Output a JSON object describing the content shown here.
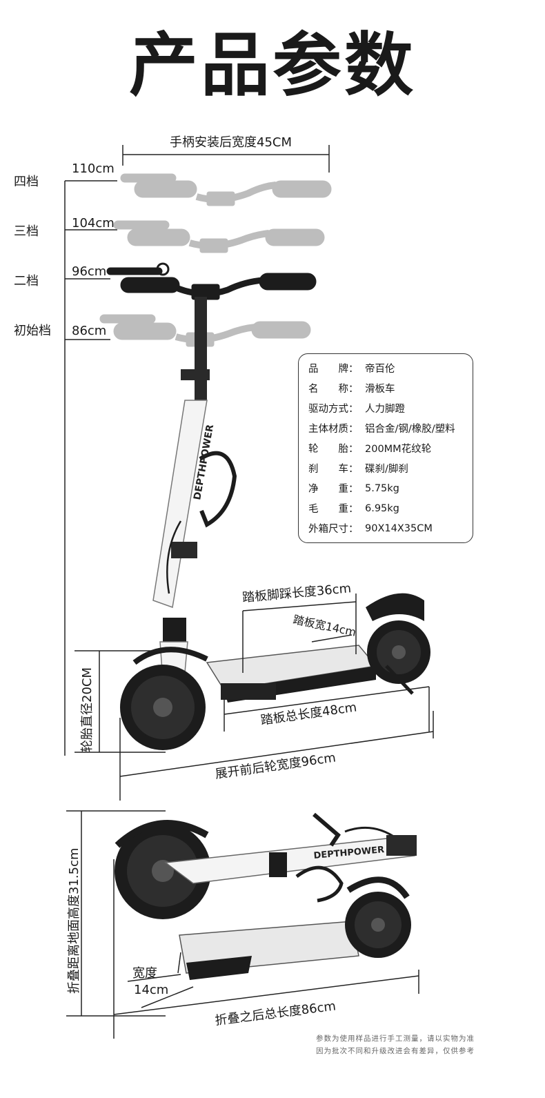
{
  "title": "产品参数",
  "handlebar": {
    "width_label": "手柄安装后宽度45CM"
  },
  "gears": [
    {
      "name": "四档",
      "height": "110cm"
    },
    {
      "name": "三档",
      "height": "104cm"
    },
    {
      "name": "二档",
      "height": "96cm"
    },
    {
      "name": "初始档",
      "height": "86cm"
    }
  ],
  "specs": [
    {
      "key": "品　　牌：",
      "value": "帝百伦"
    },
    {
      "key": "名　　称：",
      "value": "滑板车"
    },
    {
      "key": "驱动方式：",
      "value": "人力脚蹬"
    },
    {
      "key": "主体材质：",
      "value": "铝合金/钢/橡胶/塑料"
    },
    {
      "key": "轮　　胎：",
      "value": "200MM花纹轮"
    },
    {
      "key": "刹　　车：",
      "value": "碟刹/脚刹"
    },
    {
      "key": "净　　重：",
      "value": "5.75kg"
    },
    {
      "key": "毛　　重：",
      "value": "6.95kg"
    },
    {
      "key": "外箱尺寸：",
      "value": "90X14X35CM"
    }
  ],
  "brand_mark": "DEPTHPOWER",
  "dimensions": {
    "deck_foot_length": "踏板脚踩长度36cm",
    "deck_width": "踏板宽14cm",
    "deck_total_length": "踏板总长度48cm",
    "wheel_diameter": "轮胎直径20CM",
    "wheelbase": "展开前后轮宽度96cm",
    "folded_height": "折叠距离地面高度31.5cm",
    "folded_width_label": "宽度",
    "folded_width_value": "14cm",
    "folded_length": "折叠之后总长度86cm"
  },
  "note": {
    "line1": "参数为使用样品进行手工测量，请以实物为准",
    "line2": "因为批次不同和升级改进会有差异，仅供参考"
  },
  "colors": {
    "frame": "#f2f2f2",
    "tire": "#1c1c1c",
    "accent": "#111111"
  }
}
